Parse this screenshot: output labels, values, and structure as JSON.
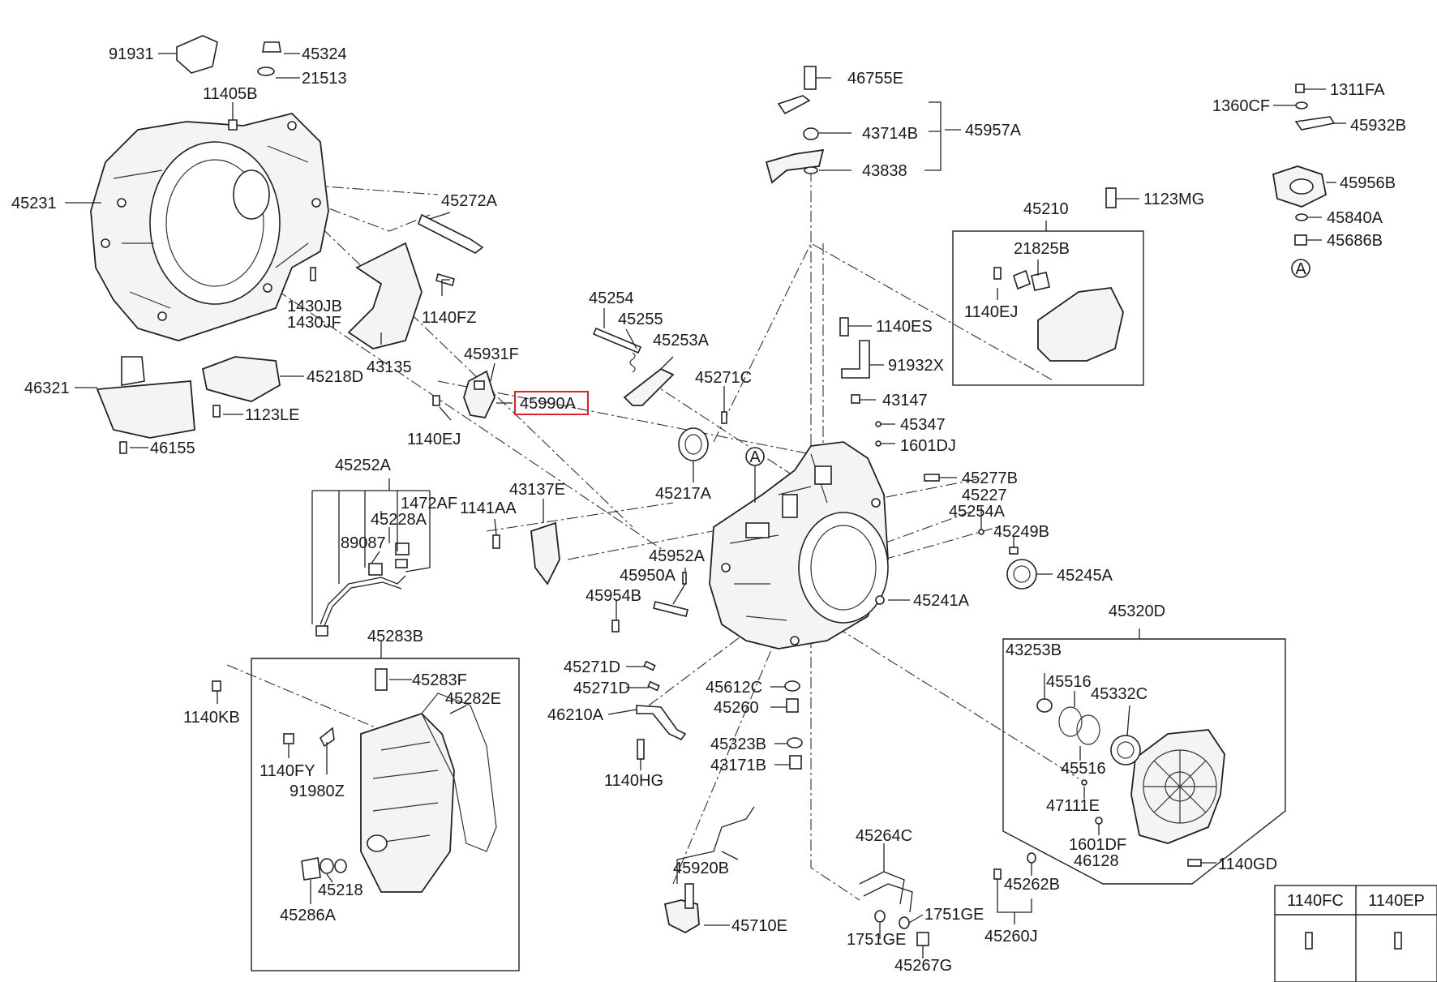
{
  "labels": {
    "p91931": "91931",
    "p45324": "45324",
    "p21513": "21513",
    "p11405B": "11405B",
    "p45231": "45231",
    "p45272A": "45272A",
    "p1430JB": "1430JB",
    "p1430JF": "1430JF",
    "p1140FZ": "1140FZ",
    "p43135": "43135",
    "p46321": "46321",
    "p45218D": "45218D",
    "p1123LE": "1123LE",
    "p46155": "46155",
    "p45254": "45254",
    "p45255": "45255",
    "p45253A": "45253A",
    "p45931F": "45931F",
    "p45990A": "45990A",
    "p1140EJ_a": "1140EJ",
    "p45271C": "45271C",
    "p46755E": "46755E",
    "p43714B": "43714B",
    "p45957A": "45957A",
    "p43838": "43838",
    "p1311FA": "1311FA",
    "p1360CF": "1360CF",
    "p45932B": "45932B",
    "p45956B": "45956B",
    "p45840A": "45840A",
    "p45686B": "45686B",
    "circA_right": "A",
    "p1123MG": "1123MG",
    "p45210": "45210",
    "p21825B": "21825B",
    "p1140EJ_b": "1140EJ",
    "p1140ES": "1140ES",
    "p91932X": "91932X",
    "p43147": "43147",
    "p45347": "45347",
    "p1601DJ": "1601DJ",
    "p45277B": "45277B",
    "p45227": "45227",
    "p45254A": "45254A",
    "p45249B": "45249B",
    "p45245A": "45245A",
    "p45241A": "45241A",
    "p45217A": "45217A",
    "circA_center": "A",
    "p45252A": "45252A",
    "p1472AF": "1472AF",
    "p1141AA": "1141AA",
    "p43137E": "43137E",
    "p45228A": "45228A",
    "p89087": "89087",
    "p45952A": "45952A",
    "p45950A": "45950A",
    "p45954B": "45954B",
    "p45283B": "45283B",
    "p45283F": "45283F",
    "p45282E": "45282E",
    "p1140KB": "1140KB",
    "p1140FY": "1140FY",
    "p91980Z": "91980Z",
    "p45218": "45218",
    "p45286A": "45286A",
    "p45271D_a": "45271D",
    "p45271D_b": "45271D",
    "p46210A": "46210A",
    "p1140HG": "1140HG",
    "p45612C": "45612C",
    "p45260": "45260",
    "p45323B": "45323B",
    "p43171B": "43171B",
    "p45920B": "45920B",
    "p45710E": "45710E",
    "p45264C": "45264C",
    "p1751GE_a": "1751GE",
    "p1751GE_b": "1751GE",
    "p45267G": "45267G",
    "p45320D": "45320D",
    "p43253B": "43253B",
    "p45516_a": "45516",
    "p45332C": "45332C",
    "p45516_b": "45516",
    "p47111E": "47111E",
    "p1601DF": "1601DF",
    "p46128": "46128",
    "p1140GD": "1140GD",
    "p45262B": "45262B",
    "p45260J": "45260J"
  },
  "legend_table": {
    "headers": [
      "1140FC",
      "1140EP"
    ]
  },
  "highlight": {
    "part_number": "45990A",
    "color": "#e0202a"
  },
  "colors": {
    "line": "#222222",
    "text": "#1a1a1a",
    "background": "#ffffff"
  }
}
